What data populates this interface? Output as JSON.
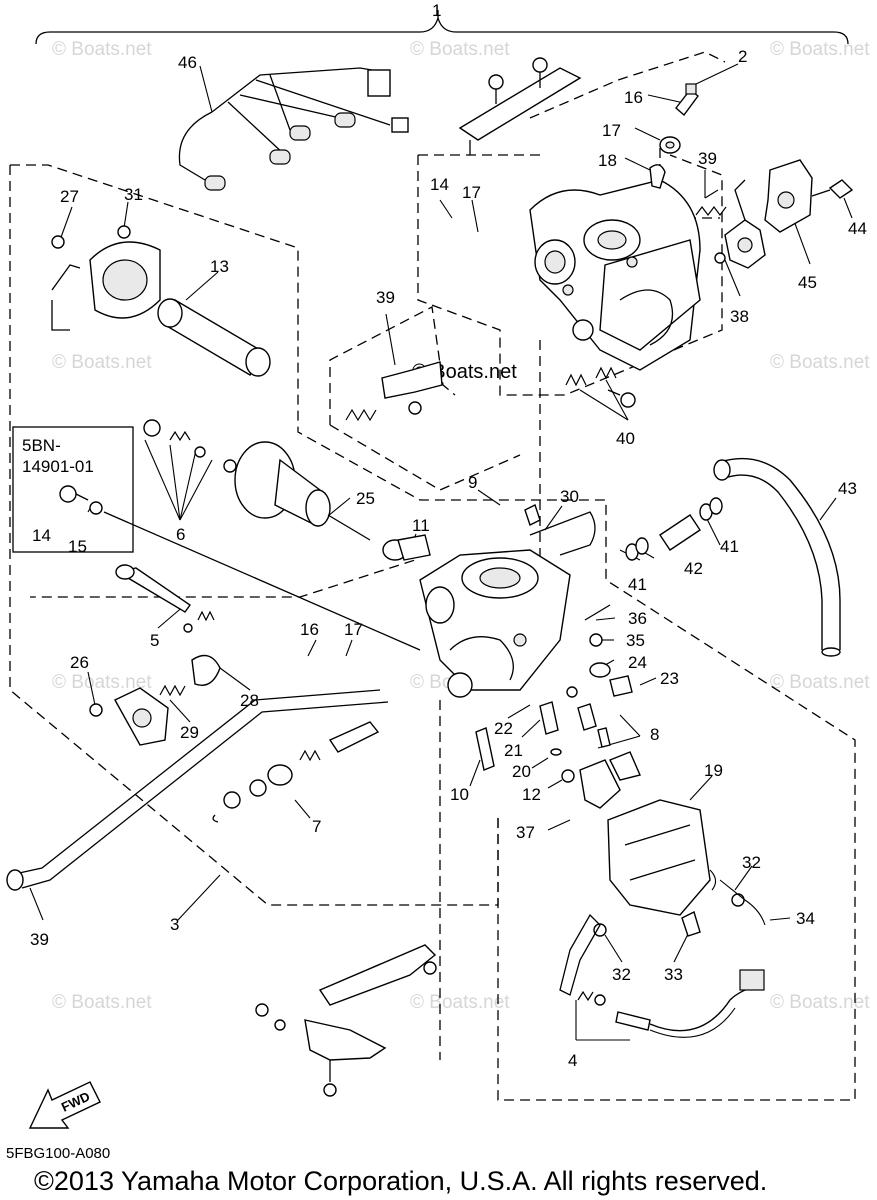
{
  "diagram": {
    "diagram_code": "5FBG100-A080",
    "copyright": "©2013 Yamaha Motor Corporation, U.S.A. All rights reserved.",
    "fwd_label": "FWD",
    "inset_label_line1": "5BN-",
    "inset_label_line2": "14901-01",
    "watermark": "© Boats.net",
    "callouts": {
      "c1": "1",
      "c2": "2",
      "c3": "3",
      "c4": "4",
      "c5": "5",
      "c6": "6",
      "c7": "7",
      "c8": "8",
      "c9": "9",
      "c10": "10",
      "c11": "11",
      "c12": "12",
      "c13": "13",
      "c14a": "14",
      "c14b": "14",
      "c15": "15",
      "c16a": "16",
      "c16b": "16",
      "c17a": "17",
      "c17b": "17",
      "c17c": "17",
      "c18": "18",
      "c19": "19",
      "c20": "20",
      "c21": "21",
      "c22": "22",
      "c23": "23",
      "c24": "24",
      "c25": "25",
      "c26": "26",
      "c27": "27",
      "c28": "28",
      "c29": "29",
      "c30": "30",
      "c31": "31",
      "c32a": "32",
      "c32b": "32",
      "c33": "33",
      "c34": "34",
      "c35": "35",
      "c36": "36",
      "c37": "37",
      "c38": "38",
      "c39a": "39",
      "c39b": "39",
      "c39c": "39",
      "c40": "40",
      "c41a": "41",
      "c41b": "41",
      "c42": "42",
      "c43": "43",
      "c44": "44",
      "c45": "45",
      "c46": "46"
    }
  }
}
